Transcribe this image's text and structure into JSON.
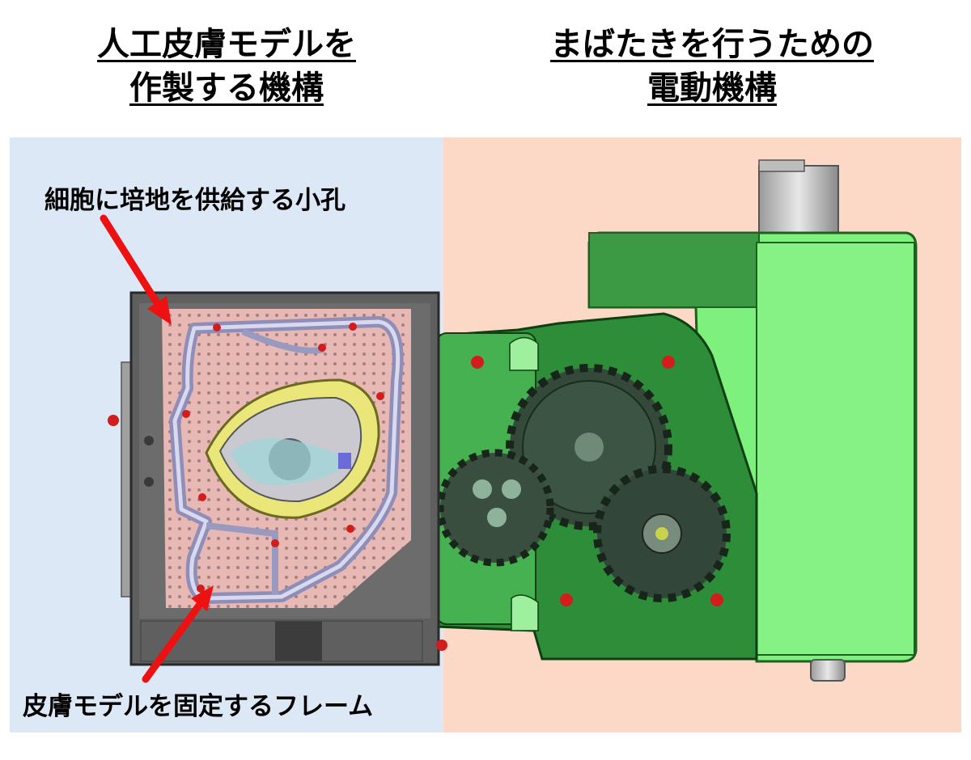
{
  "titles": {
    "left_line1": "人工皮膚モデルを",
    "left_line2": "作製する機構",
    "right_line1": "まばたきを行うための",
    "right_line2": "電動機構"
  },
  "callouts": {
    "top": "細胞に培地を供給する小孔",
    "bottom": "皮膚モデルを固定するフレーム"
  },
  "colors": {
    "left_panel": "#dce8f6",
    "right_panel": "#fbd9c6",
    "arrow": "#ee1111",
    "housing_green": "#7ef07e"
  }
}
